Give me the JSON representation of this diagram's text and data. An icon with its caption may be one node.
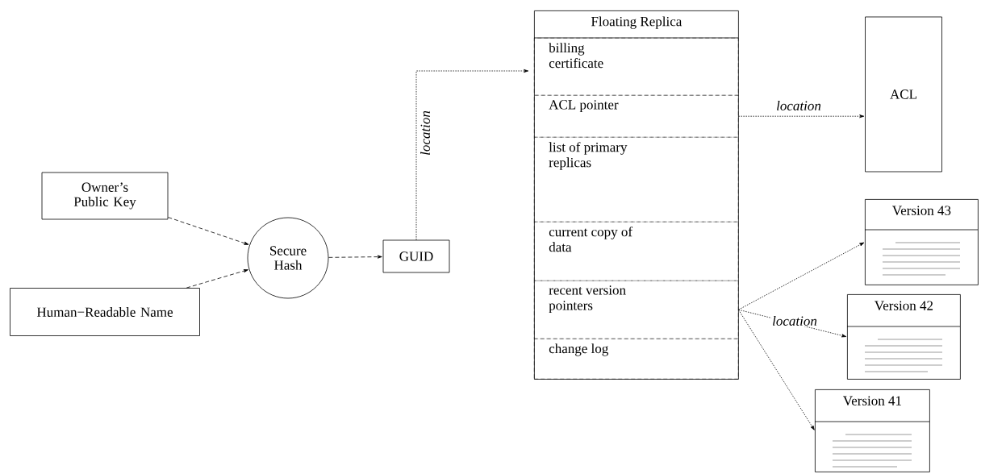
{
  "diagram": {
    "nodes": [
      {
        "text": [
          "Owner’s Public Key"
        ]
      },
      {
        "text": [
          "Human−Readable Name"
        ]
      },
      {
        "text": [
          "Secure Hash"
        ]
      },
      {
        "text": [
          "GUID"
        ]
      },
      {
        "text": [
          "Floating Replica"
        ]
      },
      {
        "text": [
          "billing certificate"
        ],
        "in": 4
      },
      {
        "text": [
          "ACL pointer"
        ],
        "in": 4
      },
      {
        "text": [
          "list of primary replicas"
        ],
        "in": 4
      },
      {
        "text": [
          "current copy of data"
        ],
        "in": 4
      },
      {
        "text": [
          "recent version pointers"
        ],
        "in": 4
      },
      {
        "text": [
          "change log"
        ],
        "in": 4
      },
      {
        "text": [
          "ACL"
        ]
      },
      {
        "text": [
          "Version 43"
        ]
      },
      {
        "text": [
          "Version 42"
        ]
      },
      {
        "text": [
          "Version 41"
        ]
      }
    ],
    "edges": [
      {
        "from": 0,
        "to": 2,
        "arrow": "to",
        "style": "dashed"
      },
      {
        "from": 1,
        "to": 2,
        "arrow": "to",
        "style": "dashed"
      },
      {
        "from": 2,
        "to": 3,
        "arrow": "to",
        "style": "dashed"
      },
      {
        "from": 3,
        "to": 4,
        "arrow": "to",
        "label": "location"
      },
      {
        "from": 6,
        "to": 11,
        "arrow": "to",
        "label": "location"
      },
      {
        "from": 9,
        "to": 12,
        "arrow": "to"
      },
      {
        "from": 9,
        "to": 13,
        "arrow": "to",
        "label": "location"
      },
      {
        "from": 9,
        "to": 14,
        "arrow": "to"
      }
    ]
  }
}
